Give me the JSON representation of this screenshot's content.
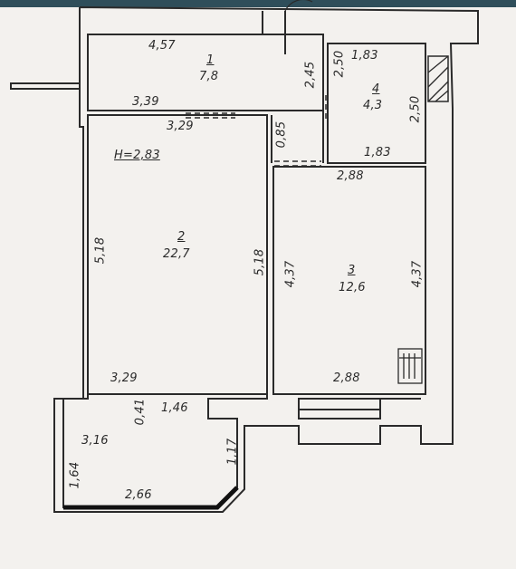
{
  "palette": {
    "wall": "#2a2a2a",
    "paper": "#f3f1ee",
    "frame": "#2f4e5a"
  },
  "rooms": [
    {
      "number": "1",
      "area": "7,8"
    },
    {
      "number": "2",
      "area": "22,7"
    },
    {
      "number": "3",
      "area": "12,6"
    },
    {
      "number": "4",
      "area": "4,3"
    }
  ],
  "ceiling_height": "H=2,83",
  "dimensions": {
    "r1_top": "4,57",
    "r1_bottom": "3,39",
    "r1_right": "2,45",
    "r4_left": "2,50",
    "r4_top": "1,83",
    "r4_right": "2,50",
    "r4_bottom": "1,83",
    "r2_top": "3,29",
    "r2_left": "5,18",
    "r2_right": "5,18",
    "r2_bottom": "3,29",
    "hall_gap": "0,85",
    "r3_top": "2,88",
    "r3_left": "4,37",
    "r3_right": "4,37",
    "r3_bottom": "2,88",
    "balc_step": "0,41",
    "balc_step_w": "1,46",
    "balc_top": "3,16",
    "balc_left": "1,64",
    "balc_right": "1,17",
    "balc_bottom": "2,66"
  }
}
